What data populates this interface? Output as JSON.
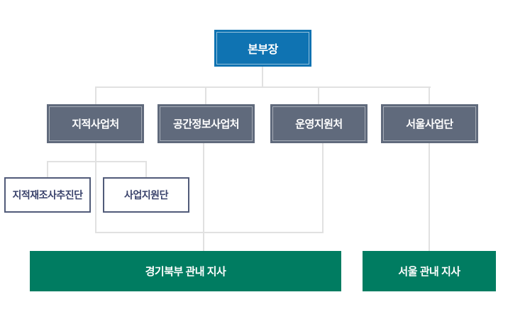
{
  "org_chart": {
    "root": {
      "label": "본부장"
    },
    "departments": [
      {
        "label": "지적사업처"
      },
      {
        "label": "공간정보사업처"
      },
      {
        "label": "운영지원처"
      },
      {
        "label": "서울사업단"
      }
    ],
    "sub_units": [
      {
        "label": "지적재조사추진단"
      },
      {
        "label": "사업지원단"
      }
    ],
    "regional_offices": [
      {
        "label": "경기북부 관내 지사"
      },
      {
        "label": "서울 관내 지사"
      }
    ],
    "colors": {
      "root_bg": "#0f73b2",
      "department_bg": "#606a7c",
      "sub_unit_border": "#515b79",
      "sub_unit_text": "#39426b",
      "regional_bg": "#007c61",
      "connector": "#e1e1e1",
      "node_text": "#ffffff"
    }
  }
}
